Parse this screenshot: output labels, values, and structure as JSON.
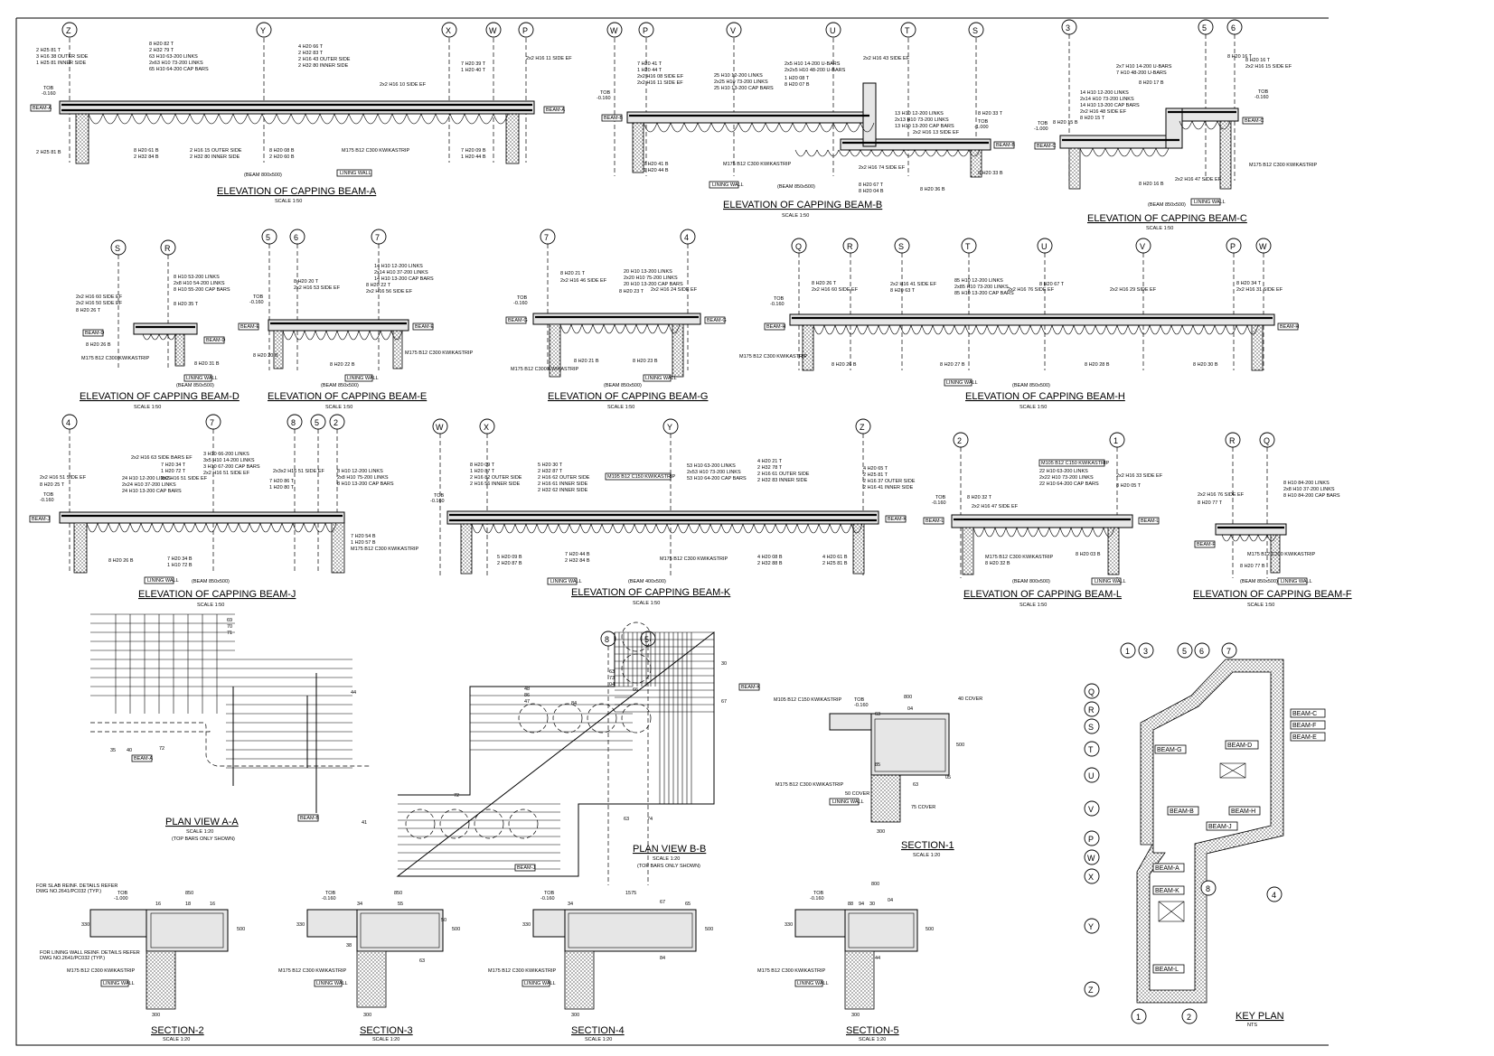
{
  "elevations": [
    {
      "id": "A",
      "title": "ELEVATION OF CAPPING BEAM-A",
      "scale": "SCALE 1:50",
      "beam": "(BEAM 800x500)",
      "grids": [
        "Z",
        "Y",
        "X",
        "W",
        "P"
      ],
      "notes": [
        "2 H25 81 T",
        "3 H16 38 OUTER SIDE",
        "1 H25 81 INNER SIDE",
        "8 H20 82 T",
        "2 H32 79 T",
        "63 H10 63-200 LINKS",
        "2x63 H10 73-200 LINKS",
        "65 H10 64-200 CAP BARS",
        "4 H20 66 T",
        "2 H32 83 T",
        "2 H16 43 OUTER SIDE",
        "2 H32 80 INNER SIDE",
        "7 H20 39 T",
        "1 H20 40 T",
        "2x2 H16 10 SIDE EF",
        "2x2 H16 11 SIDE EF",
        "2 H25 81 B",
        "8 H20 61 B",
        "2 H32 84 B",
        "2 H16 15 OUTER SIDE",
        "2 H32 80 INNER SIDE",
        "8 H20 08 B",
        "2 H20 60 B",
        "7 H20 09 B",
        "1 H20 44 B",
        "M175 B12 C300 KWIKASTRIP",
        "LINING WALL"
      ],
      "tob": [
        "TOB",
        "-0.160"
      ],
      "tag": "BEAM-A"
    },
    {
      "id": "B",
      "title": "ELEVATION OF CAPPING BEAM-B",
      "scale": "SCALE 1:50",
      "beam": "(BEAM 850x500)",
      "grids": [
        "W",
        "P",
        "V",
        "U",
        "T",
        "S"
      ],
      "notes": [
        "7 H20 41 T",
        "1 H20 44 T",
        "2x2 H16 08 SIDE EF",
        "2x2 H16 11 SIDE EF",
        "25 H10 12-200 LINKS",
        "2x25 H10 73-200 LINKS",
        "25 H10 13-200 CAP BARS",
        "2x5 H10 14-200 U-BARS",
        "2x2x5 H10 48-200 U-BARS",
        "1 H20 08 T",
        "8 H20 07 B",
        "2x2 H16 43 SIDE EF",
        "13 H10 12-200 LINKS",
        "2x13 H10 73-200 LINKS",
        "13 H10 13-200 CAP BARS",
        "2x2 H16 13 SIDE EF",
        "7 H20 41 B",
        "1 H20 44 B",
        "M175 B12 C300 KWIKASTRIP",
        "LINING WALL",
        "2x2 H16 74 SIDE EF",
        "8 H20 67 T",
        "8 H20 04 B",
        "8 H20 36 B",
        "8 H20 33 T",
        "8 H20 33 B"
      ],
      "tob": [
        "TOB",
        "-0.160"
      ],
      "tob2": [
        "TOB",
        "-1.000"
      ],
      "tag": "BEAM-B"
    },
    {
      "id": "C",
      "title": "ELEVATION OF CAPPING BEAM-C",
      "scale": "SCALE 1:50",
      "beam": "(BEAM 850x500)",
      "grids": [
        "3",
        "5",
        "6"
      ],
      "notes": [
        "8 H20 16 T",
        "2x7 H10 14-200 U-BARS",
        "7 H10 48-200 U-BARS",
        "8 H20 17 B",
        "14 H10 12-200 LINKS",
        "2x14 H10 73-200 LINKS",
        "14 H10 13-200 CAP BARS",
        "2x2 H16 48 SIDE EF",
        "8 H20 15 T",
        "8 H20 15 B",
        "8 H20 16 B",
        "2x2 H16 47 SIDE EF",
        "M175 B12 C300 KWIKASTRIP",
        "LINING WALL",
        "8 H20 16 T",
        "2x2 H16 15 SIDE EF"
      ],
      "tob": [
        "TOB",
        "-1.000"
      ],
      "tob2": [
        "TOB",
        "-0.160"
      ],
      "tag": "BEAM-C"
    },
    {
      "id": "D",
      "title": "ELEVATION OF CAPPING BEAM-D",
      "scale": "SCALE 1:50",
      "beam": "(BEAM 850x500)",
      "grids": [
        "S",
        "R"
      ],
      "notes": [
        "8 H10 53-200 LINKS",
        "2x8 H10 54-200 LINKS",
        "8 H10 55-200 CAP BARS",
        "2x2 H16 60 SIDE EF",
        "2x2 H16 50 SIDE EF",
        "8 H20 26 T",
        "8 H20 26 B",
        "8 H20 35 T",
        "8 H20 31 B",
        "M175 B12 C300 KWIKASTRIP",
        "LINING WALL"
      ],
      "tag": "BEAM-D"
    },
    {
      "id": "E",
      "title": "ELEVATION OF CAPPING BEAM-E",
      "scale": "SCALE 1:50",
      "beam": "(BEAM 850x500)",
      "grids": [
        "5",
        "6",
        "7"
      ],
      "notes": [
        "14 H10 12-200 LINKS",
        "2x14 H10 37-200 LINKS",
        "14 H10 13-200 CAP BARS",
        "8 H20 20 T",
        "2x2 H16 53 SIDE EF",
        "8 H20 22 T",
        "2x2 H16 56 SIDE EF",
        "8 H20 20 B",
        "8 H20 22 B",
        "M175 B12 C300 KWIKASTRIP",
        "LINING WALL"
      ],
      "tob": [
        "TOB",
        "-0.160"
      ],
      "tag": "BEAM-E"
    },
    {
      "id": "G",
      "title": "ELEVATION OF CAPPING BEAM-G",
      "scale": "SCALE 1:50",
      "beam": "(BEAM 850x500)",
      "grids": [
        "7",
        "4"
      ],
      "notes": [
        "8 H20 21 T",
        "2x2 H16 46 SIDE EF",
        "20 H10 13-200 LINKS",
        "2x20 H10 75-200 LINKS",
        "20 H10 13-200 CAP BARS",
        "8 H20 23 T",
        "2x2 H16 24 SIDE EF",
        "8 H20 21 B",
        "8 H20 23 B",
        "M175 B12 C300 KWIKASTRIP",
        "LINING WALL"
      ],
      "tob": [
        "TOB",
        "-0.160"
      ],
      "tag": "BEAM-G"
    },
    {
      "id": "H",
      "title": "ELEVATION OF CAPPING BEAM-H",
      "scale": "SCALE 1:50",
      "beam": "(BEAM 850x500)",
      "grids": [
        "Q",
        "R",
        "S",
        "T",
        "U",
        "V",
        "P",
        "W"
      ],
      "notes": [
        "8 H20 26 T",
        "2x2 H16 60 SIDE EF",
        "2x2 H16 41 SIDE EF",
        "8 H20 63 T",
        "85 H10 12-200 LINKS",
        "2x85 H10 73-200 LINKS",
        "85 H10 13-200 CAP BARS",
        "2x2 H16 76 SIDE EF",
        "8 H20 67 T",
        "2x2 H16 29 SIDE EF",
        "8 H20 34 T",
        "2x2 H16 31 SIDE EF",
        "8 H20 26 B",
        "8 H20 27 B",
        "8 H20 28 B",
        "8 H20 30 B",
        "M175 B12 C300 KWIKASTRIP",
        "LINING WALL"
      ],
      "tob": [
        "TOB",
        "-0.160"
      ],
      "tag": "BEAM-H"
    },
    {
      "id": "J",
      "title": "ELEVATION OF CAPPING BEAM-J",
      "scale": "SCALE 1:50",
      "beam": "(BEAM 850x500)",
      "grids": [
        "4",
        "7",
        "8",
        "5",
        "2"
      ],
      "notes": [
        "2x2 H16 63 SIDE BARS EF",
        "7 H20 34 T",
        "1 H20 72 T",
        "2x2 H16 51 SIDE EF",
        "3 H10 66-200 LINKS",
        "3x5 H10 14-200 LINKS",
        "3 H10 67-200 CAP BARS",
        "2x2 H16 51 SIDE EF",
        "2x3x2 H16 51 SIDE EF",
        "7 H20 86 T",
        "1 H20 80 T",
        "8 H10 12-200 LINKS",
        "2x8 H10 75-200 LINKS",
        "8 H10 13-200 CAP BARS",
        "24 H10 12-200 LINKS",
        "2x24 H10 37-200 LINKS",
        "24 H10 13-200 CAP BARS",
        "2x2 H16 51 SIDE EF",
        "8 H20 25 T",
        "7 H20 54 B",
        "1 H20 57 B",
        "M175 B12 C300 KWIKASTRIP",
        "8 H20 26 B",
        "7 H20 34 B",
        "1 H10 72 B",
        "LINING WALL"
      ],
      "tob": [
        "TOB",
        "-0.160"
      ],
      "tag": "BEAM-J"
    },
    {
      "id": "K",
      "title": "ELEVATION OF CAPPING BEAM-K",
      "scale": "SCALE 1:50",
      "beam": "(BEAM 400x500)",
      "grids": [
        "W",
        "X",
        "Y",
        "Z"
      ],
      "notes": [
        "8 H20 09 T",
        "1 H20 87 T",
        "2 H16 82 OUTER SIDE",
        "2 H16 56 INNER SIDE",
        "5 H20 30 T",
        "2 H32 87 T",
        "2 H16 62 OUTER SIDE",
        "2 H16 61 INNER SIDE",
        "2 H32 62 INNER SIDE",
        "M195 B12 C150 KWIKASTRIP",
        "53 H10 63-200 LINKS",
        "2x53 H10 73-200 LINKS",
        "53 H10 64-200 CAP BARS",
        "4 H20 21 T",
        "2 H32 78 T",
        "2 H16 61 OUTER SIDE",
        "2 H32 83 INNER SIDE",
        "4 H20 65 T",
        "2 H25 81 T",
        "2 H16 37 OUTER SIDE",
        "2 H16 41 INNER SIDE",
        "5 H20 09 B",
        "2 H20 87 B",
        "7 H20 44 B",
        "2 H32 84 B",
        "4 H20 08 B",
        "2 H32 88 B",
        "4 H20 61 B",
        "2 H25 81 B",
        "M175 B12 C300 KWIKASTRIP",
        "LINING WALL"
      ],
      "tob": [
        "TOB",
        "-0.160"
      ],
      "tag": "BEAM-K"
    },
    {
      "id": "L",
      "title": "ELEVATION OF CAPPING BEAM-L",
      "scale": "SCALE 1:50",
      "beam": "(BEAM 800x500)",
      "grids": [
        "2",
        "1"
      ],
      "notes": [
        "8 H20 32 T",
        "M105 B12 C150 KWIKASTRIP",
        "22 H10 63-200 LINKS",
        "2x22 H10 73-200 LINKS",
        "22 H10 64-200 CAP BARS",
        "2x2 H16 33 SIDE EF",
        "8 H20 05 T",
        "2x2 H16 47 SIDE EF",
        "8 H20 03 B",
        "M175 B12 C300 KWIKASTRIP",
        "8 H20 32 B",
        "LINING WALL"
      ],
      "tob": [
        "TOB",
        "-0.160"
      ],
      "tag": "BEAM-L"
    },
    {
      "id": "F",
      "title": "ELEVATION OF CAPPING BEAM-F",
      "scale": "SCALE 1:50",
      "beam": "(BEAM 850x500)",
      "grids": [
        "R",
        "Q"
      ],
      "notes": [
        "8 H10 84-200 LINKS",
        "2x8 H10 37-200 LINKS",
        "8 H10 84-200 CAP BARS",
        "8 H20 77 T",
        "2x2 H16 76 SIDE EF",
        "8 H20 77 B",
        "M175 B12 C300 KWIKASTRIP",
        "LINING WALL"
      ],
      "tag": "BEAM-F"
    }
  ],
  "plan_aa": {
    "title": "PLAN VIEW A-A",
    "scale": "SCALE 1:20",
    "note": "(TOP BARS ONLY SHOWN)",
    "dims": [
      "69",
      "70",
      "71",
      "44",
      "35",
      "40",
      "BEAM-A",
      "BEAM-B",
      "72",
      "41"
    ]
  },
  "plan_bb": {
    "title": "PLAN VIEW B-B",
    "scale": "SCALE 1:20",
    "note": "(TOP BARS ONLY SHOWN)",
    "grids": [
      "8",
      "5"
    ],
    "dims": [
      "30",
      "63",
      "73",
      "04",
      "66",
      "48",
      "86",
      "47",
      "84",
      "72",
      "67",
      "63",
      "74",
      "BEAM-K",
      "BEAM-J"
    ]
  },
  "sections": [
    {
      "id": "1",
      "title": "SECTION-1",
      "scale": "SCALE 1:20",
      "notes": [
        "M105 B12 C150 KWIKASTRIP",
        "TOB",
        "-0.160",
        "800",
        "63",
        "04",
        "40 COVER",
        "85",
        "500",
        "50 COVER",
        "63",
        "M175 B12 C300 KWIKASTRIP",
        "LINING WALL",
        "75 COVER",
        "300",
        "05"
      ]
    },
    {
      "id": "2",
      "title": "SECTION-2",
      "scale": "SCALE 1:20",
      "notes": [
        "FOR SLAB REINF. DETAILS REFER",
        "DWG NO.2641/PC032 (TYP.)",
        "TOB",
        "-1.000",
        "850",
        "16",
        "18",
        "16",
        "500",
        "330",
        "FOR LINING WALL REINF. DETAILS REFER",
        "DWG NO.2641/PC032 (TYP.)",
        "M175 B12 C300 KWIKASTRIP",
        "LINING WALL",
        "300"
      ]
    },
    {
      "id": "3",
      "title": "SECTION-3",
      "scale": "SCALE 1:20",
      "notes": [
        "TOB",
        "-0.160",
        "850",
        "55",
        "50",
        "500",
        "330",
        "34",
        "38",
        "M175 B12 C300 KWIKASTRIP",
        "LINING WALL",
        "300",
        "63"
      ]
    },
    {
      "id": "4",
      "title": "SECTION-4",
      "scale": "SCALE 1:20",
      "notes": [
        "TOB",
        "-0.160",
        "1575",
        "67",
        "65",
        "500",
        "330",
        "34",
        "84",
        "M175 B12 C300 KWIKASTRIP",
        "LINING WALL",
        "300"
      ]
    },
    {
      "id": "5",
      "title": "SECTION-5",
      "scale": "SCALE 1:20",
      "notes": [
        "TOB",
        "-0.160",
        "800",
        "88",
        "94",
        "30",
        "04",
        "500",
        "330",
        "44",
        "M175 B12 C300 KWIKASTRIP",
        "LINING WALL",
        "300"
      ]
    }
  ],
  "key_plan": {
    "title": "KEY PLAN",
    "scale": "NTS",
    "top_grids": [
      "1",
      "3",
      "5",
      "6",
      "7"
    ],
    "left_grids": [
      "Q",
      "R",
      "S",
      "T",
      "U",
      "V",
      "P",
      "W",
      "X",
      "Y",
      "Z"
    ],
    "bottom_grids": [
      "1",
      "2"
    ],
    "side_grids": [
      "8",
      "4"
    ],
    "beams": [
      "BEAM-C",
      "BEAM-F",
      "BEAM-E",
      "BEAM-D",
      "BEAM-G",
      "BEAM-B",
      "BEAM-H",
      "BEAM-J",
      "BEAM-A",
      "BEAM-K",
      "BEAM-L"
    ]
  }
}
